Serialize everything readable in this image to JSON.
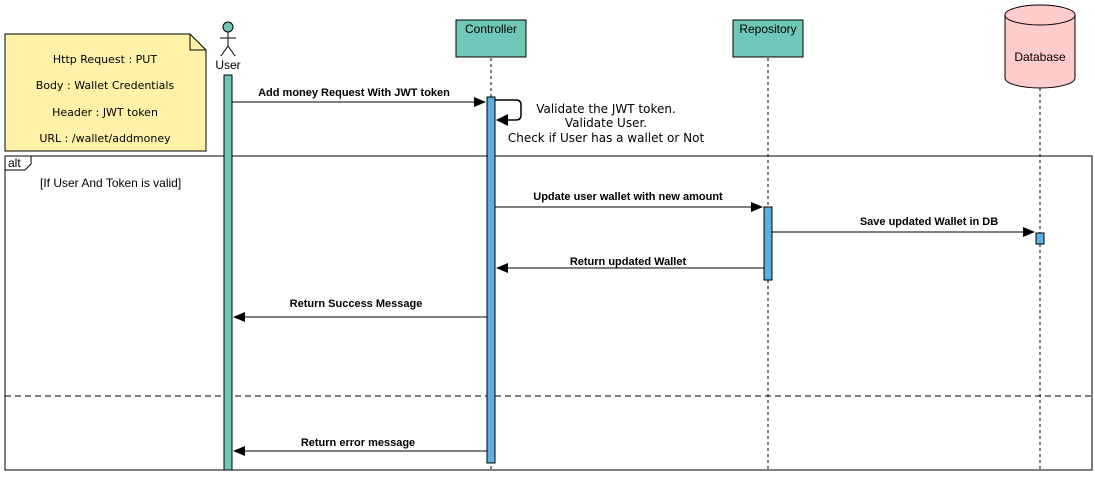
{
  "participants": {
    "user": {
      "label": "User"
    },
    "controller": {
      "label": "Controller"
    },
    "repository": {
      "label": "Repository"
    },
    "database": {
      "label": "Database"
    }
  },
  "note": {
    "line1": "Http Request : PUT",
    "line2": "Body : Wallet Credentials",
    "line3": "Header : JWT token",
    "line4": "URL : /wallet/addmoney"
  },
  "messages": {
    "add_money_request": "Add money Request With JWT token",
    "self_validate_1": "Validate the JWT token.",
    "self_validate_2": "Validate User.",
    "self_validate_3": "Check if User has a wallet or Not",
    "update_wallet": "Update user wallet with new amount",
    "save_wallet": "Save updated Wallet in DB",
    "return_wallet": "Return updated Wallet",
    "return_success": "Return Success Message",
    "return_error": "Return error message"
  },
  "alt_frame": {
    "tag": "alt",
    "guard": "[If User And Token is valid]"
  },
  "colors": {
    "note_fill": "#fff2a8",
    "header_fill": "#6fc7b8",
    "database_fill": "#ffcccc",
    "user_activation": "#6fc7b8",
    "activation_fill": "#5cb0e0"
  }
}
